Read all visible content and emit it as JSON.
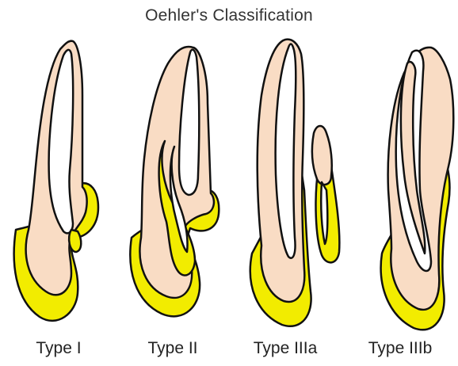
{
  "title": "Oehler's Classification",
  "types": [
    {
      "label": "Type I"
    },
    {
      "label": "Type II"
    },
    {
      "label": "Type IIIa"
    },
    {
      "label": "Type IIIb"
    }
  ],
  "colors": {
    "tooth": "#f9dcc4",
    "invagination": "#f2ec00",
    "outline": "#111111"
  }
}
